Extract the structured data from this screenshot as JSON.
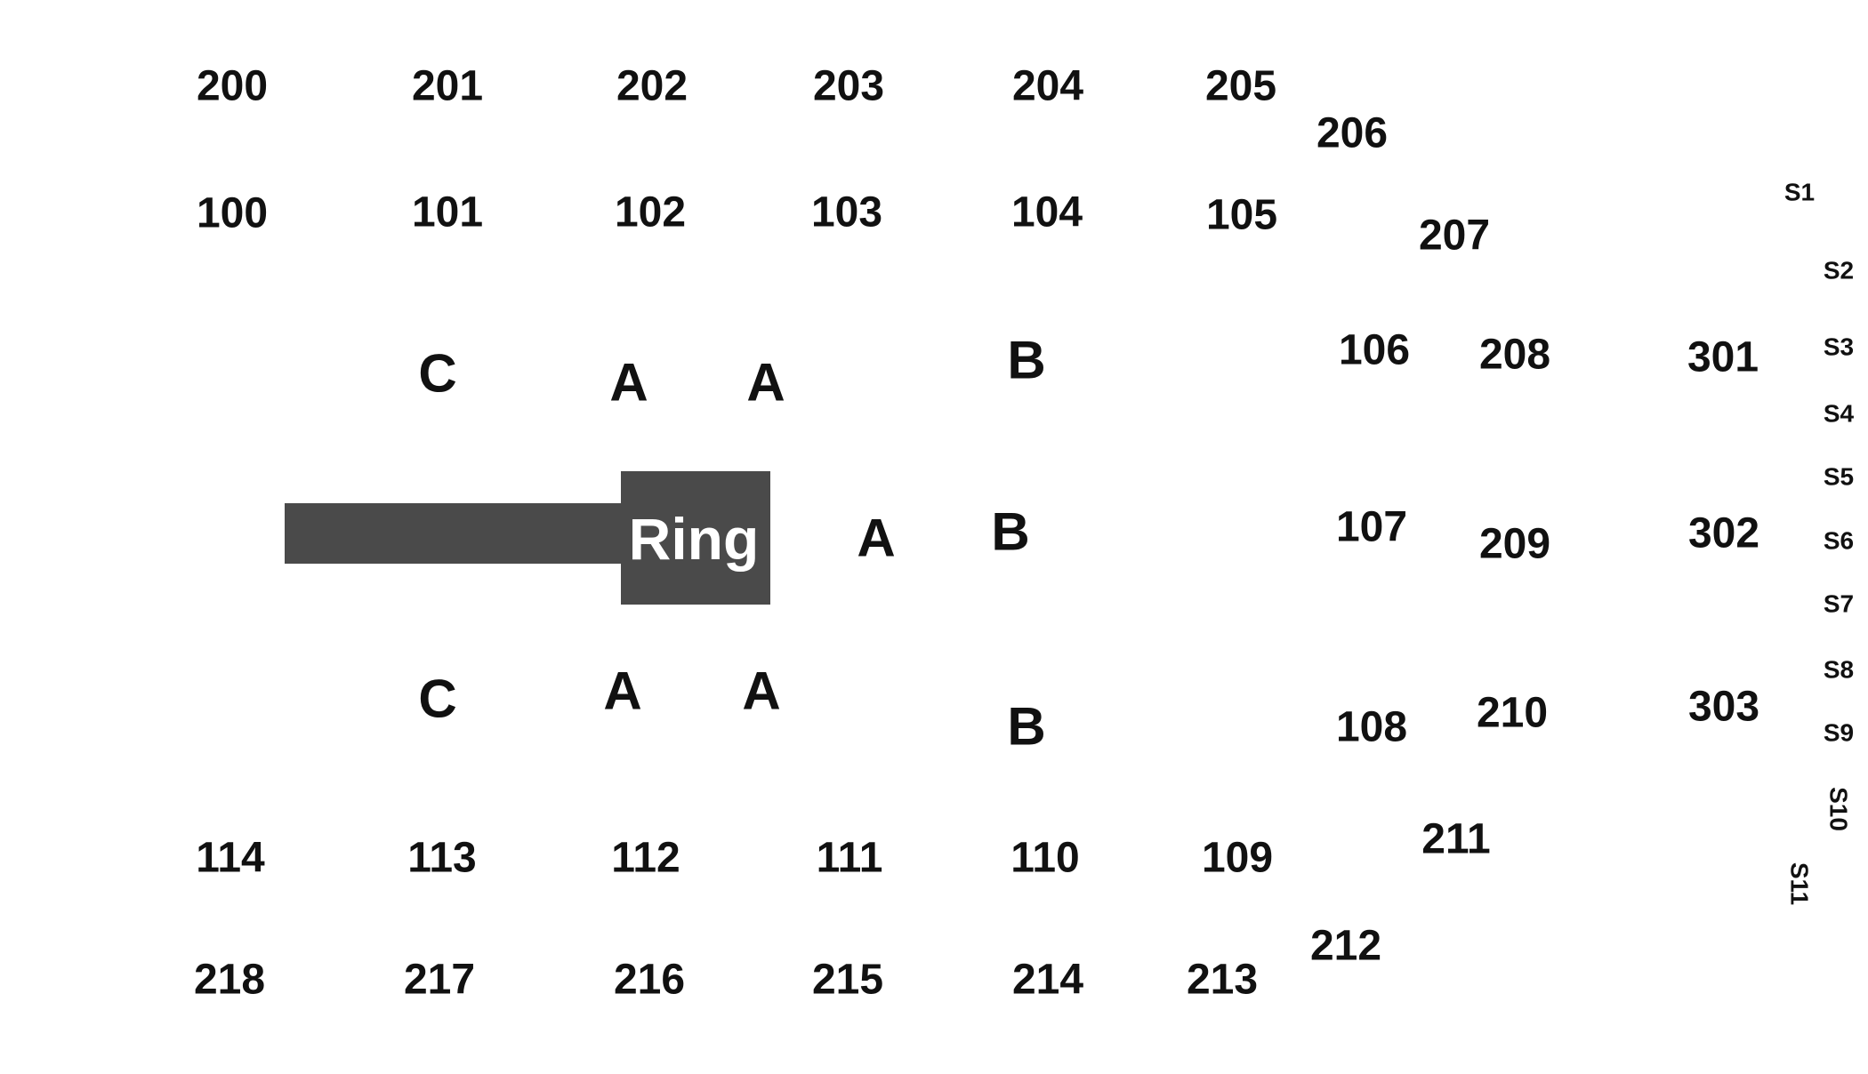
{
  "colors": {
    "background": "#ffffff",
    "label": "#111111",
    "stage": "#4a4a4a",
    "stage_label": "#ffffff"
  },
  "stage": {
    "label": "Ring"
  },
  "sections": {
    "upper_top": [
      "200",
      "201",
      "202",
      "203",
      "204",
      "205",
      "206"
    ],
    "lower_top": [
      "100",
      "101",
      "102",
      "103",
      "104",
      "105"
    ],
    "upper_right": [
      "207",
      "208",
      "209",
      "210",
      "211"
    ],
    "lower_right": [
      "106",
      "107",
      "108"
    ],
    "end": [
      "301",
      "302",
      "303"
    ],
    "floor": [
      "C",
      "A",
      "A",
      "B",
      "A",
      "B",
      "C",
      "A",
      "A",
      "B"
    ],
    "lower_bottom": [
      "114",
      "113",
      "112",
      "111",
      "110",
      "109"
    ],
    "upper_bottom": [
      "218",
      "217",
      "216",
      "215",
      "214",
      "213",
      "212"
    ],
    "suites": [
      "S1",
      "S2",
      "S3",
      "S4",
      "S5",
      "S6",
      "S7",
      "S8",
      "S9",
      "S10",
      "S11"
    ]
  }
}
